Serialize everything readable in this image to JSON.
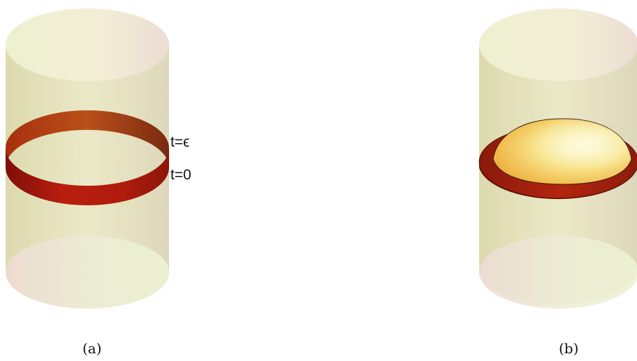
{
  "panels": [
    {
      "caption": "(a)",
      "labels": {
        "upper": "t=ϵ",
        "lower": "t=0"
      }
    },
    {
      "caption": "(b)"
    }
  ],
  "colors": {
    "cylinder_fill": "#d8d49a",
    "cylinder_top": "#f0f0d2",
    "cylinder_bottom": "#eee8d8",
    "band_dark": "#8b1a0c",
    "band_red": "#b3200e",
    "band_orange": "#b84a12",
    "cap_light": "#fbf4b0",
    "cap_orange": "#f0b040"
  }
}
